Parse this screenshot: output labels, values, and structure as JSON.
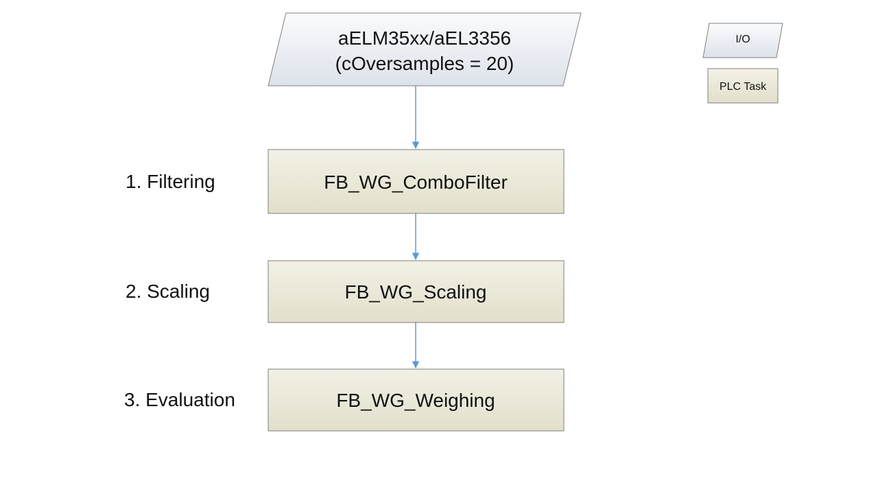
{
  "input_node": {
    "line1": "aELM35xx/aEL3356",
    "line2": "(cOversamples = 20)"
  },
  "steps": [
    {
      "label": "1. Filtering",
      "block": "FB_WG_ComboFilter"
    },
    {
      "label": "2. Scaling",
      "block": "FB_WG_Scaling"
    },
    {
      "label": "3. Evaluation",
      "block": "FB_WG_Weighing"
    }
  ],
  "legend": {
    "io": "I/O",
    "plc_task": "PLC Task"
  },
  "colors": {
    "plc_fill_top": "#f3f1e6",
    "plc_fill_bottom": "#e2dfcb",
    "io_fill_top": "#fafbfd",
    "io_fill_bottom": "#dde2ea",
    "border": "#7f7f7f",
    "arrow": "#5b9bd5"
  }
}
